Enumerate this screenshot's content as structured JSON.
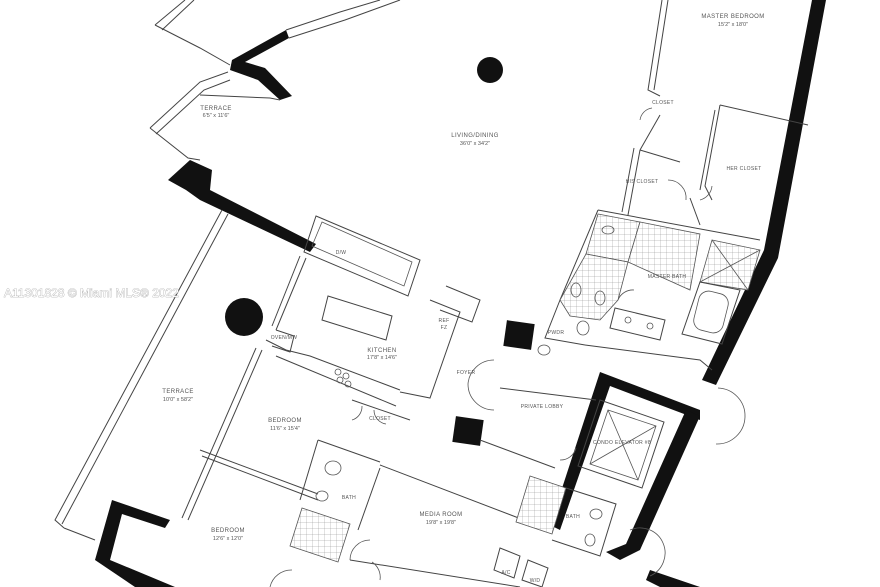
{
  "watermark": "A11301828 © Miami MLS® 2022",
  "rooms": {
    "master_bedroom": {
      "name": "MASTER BEDROOM",
      "dims": "15'2\" x 18'0\""
    },
    "closet_top": {
      "name": "CLOSET"
    },
    "terrace_top": {
      "name": "TERRACE",
      "dims": "6'5\" x 11'6\""
    },
    "living_dining": {
      "name": "LIVING/DINING",
      "dims": "36'0\" x 34'2\""
    },
    "his_closet": {
      "name": "HIS CLOSET"
    },
    "her_closet": {
      "name": "HER CLOSET"
    },
    "master_bath": {
      "name": "MASTER BATH"
    },
    "powder": {
      "name": "PWDR"
    },
    "kitchen": {
      "name": "KITCHEN",
      "dims": "17'8\" x 14'6\""
    },
    "terrace_left": {
      "name": "TERRACE",
      "dims": "10'0\" x 58'2\""
    },
    "foyer": {
      "name": "FOYER"
    },
    "private_lobby": {
      "name": "PRIVATE LOBBY"
    },
    "bedroom_1": {
      "name": "BEDROOM",
      "dims": "11'6\" x 15'4\""
    },
    "closet_mid": {
      "name": "CLOSET"
    },
    "condo_elevator": {
      "name": "CONDO ELEVATOR #8"
    },
    "bath_left": {
      "name": "BATH"
    },
    "bath_right": {
      "name": "BATH"
    },
    "bedroom_2": {
      "name": "BEDROOM",
      "dims": "12'6\" x 12'0\""
    },
    "media_room": {
      "name": "MEDIA ROOM",
      "dims": "19'8\" x 19'8\""
    }
  },
  "fixtures": {
    "dw": "D/W",
    "ref": "REF",
    "fz": "FZ",
    "ac": "A/C",
    "wd": "W/D",
    "oven": "OVEN/MW"
  }
}
